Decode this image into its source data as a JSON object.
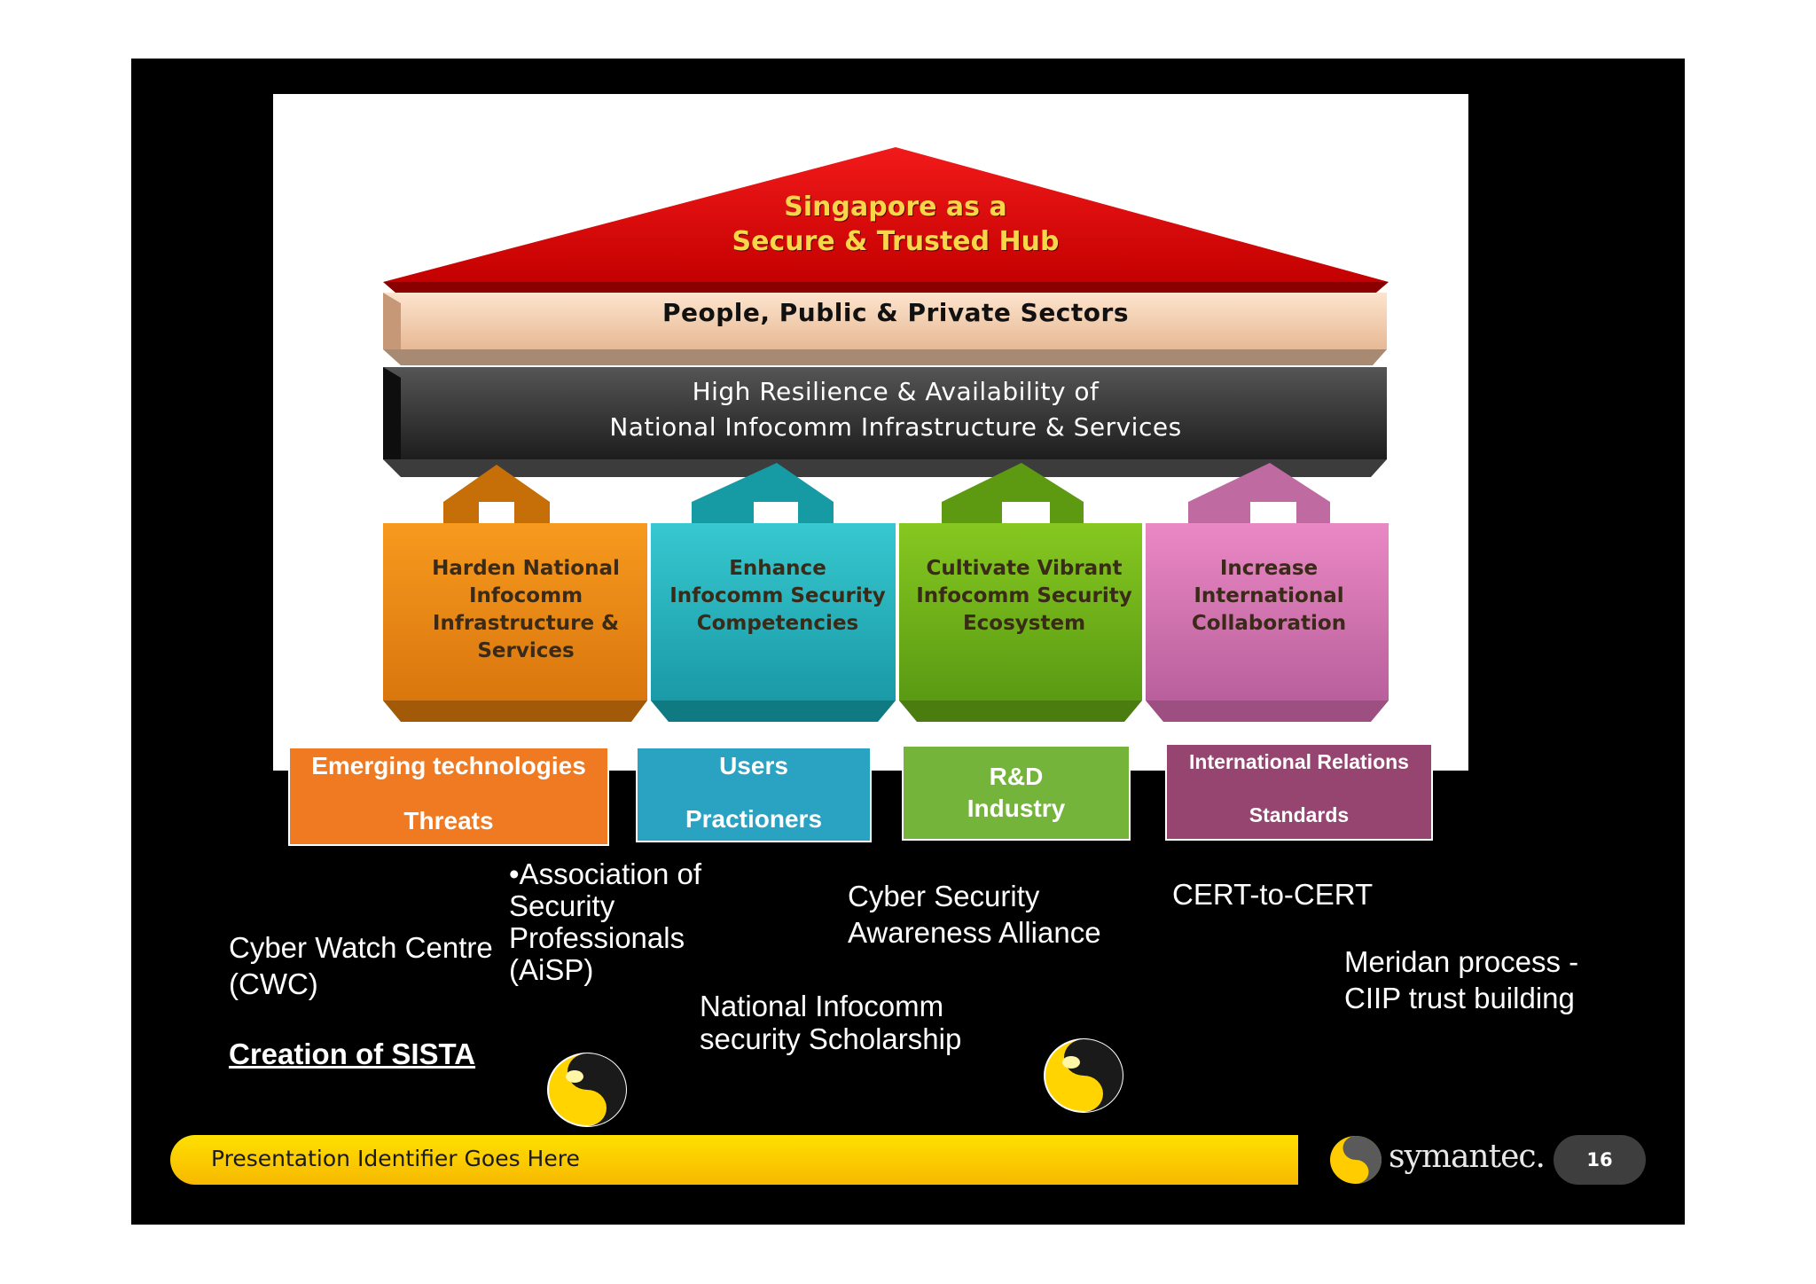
{
  "diagram": {
    "roof": "Singapore as a\nSecure & Trusted Hub",
    "band_people": "People, Public & Private Sectors",
    "band_resilience": "High Resilience & Availability of\nNational Infocomm Infrastructure & Services",
    "pillars": [
      {
        "label": "Harden National\nInfocomm\nInfrastructure &\nServices",
        "color": "#ee8a12"
      },
      {
        "label": "Enhance\nInfocomm Security\nCompetencies",
        "color": "#28b9c2"
      },
      {
        "label": "Cultivate Vibrant\nInfocomm Security\nEcosystem",
        "color": "#74b81c"
      },
      {
        "label": "Increase\nInternational\nCollaboration",
        "color": "#d573b2"
      }
    ]
  },
  "label_boxes": [
    {
      "line1": "Emerging technologies",
      "line2": "Threats",
      "color": "#f07a22"
    },
    {
      "line1": "Users",
      "line2": "Practioners",
      "color": "#2aa2c2"
    },
    {
      "line1": "R&D",
      "line2": "Industry",
      "color": "#74b43a"
    },
    {
      "line1": "International Relations",
      "line2": "Standards",
      "color": "#964570"
    }
  ],
  "notes": {
    "cwc": "Cyber Watch Centre\n(CWC)",
    "sista": "Creation of SISTA",
    "aisp": "•Association of\nSecurity\nProfessionals\n(AiSP)",
    "scholarship": "National Infocomm\nsecurity Scholarship",
    "awareness": "Cyber Security\nAwareness Alliance",
    "cert": "CERT-to-CERT",
    "meridan": "Meridan process -\nCIIP trust building"
  },
  "footer": {
    "identifier": "Presentation Identifier Goes Here",
    "brand": "symantec.",
    "page_number": "16"
  },
  "icons": [
    "symantec-logo-icon"
  ]
}
